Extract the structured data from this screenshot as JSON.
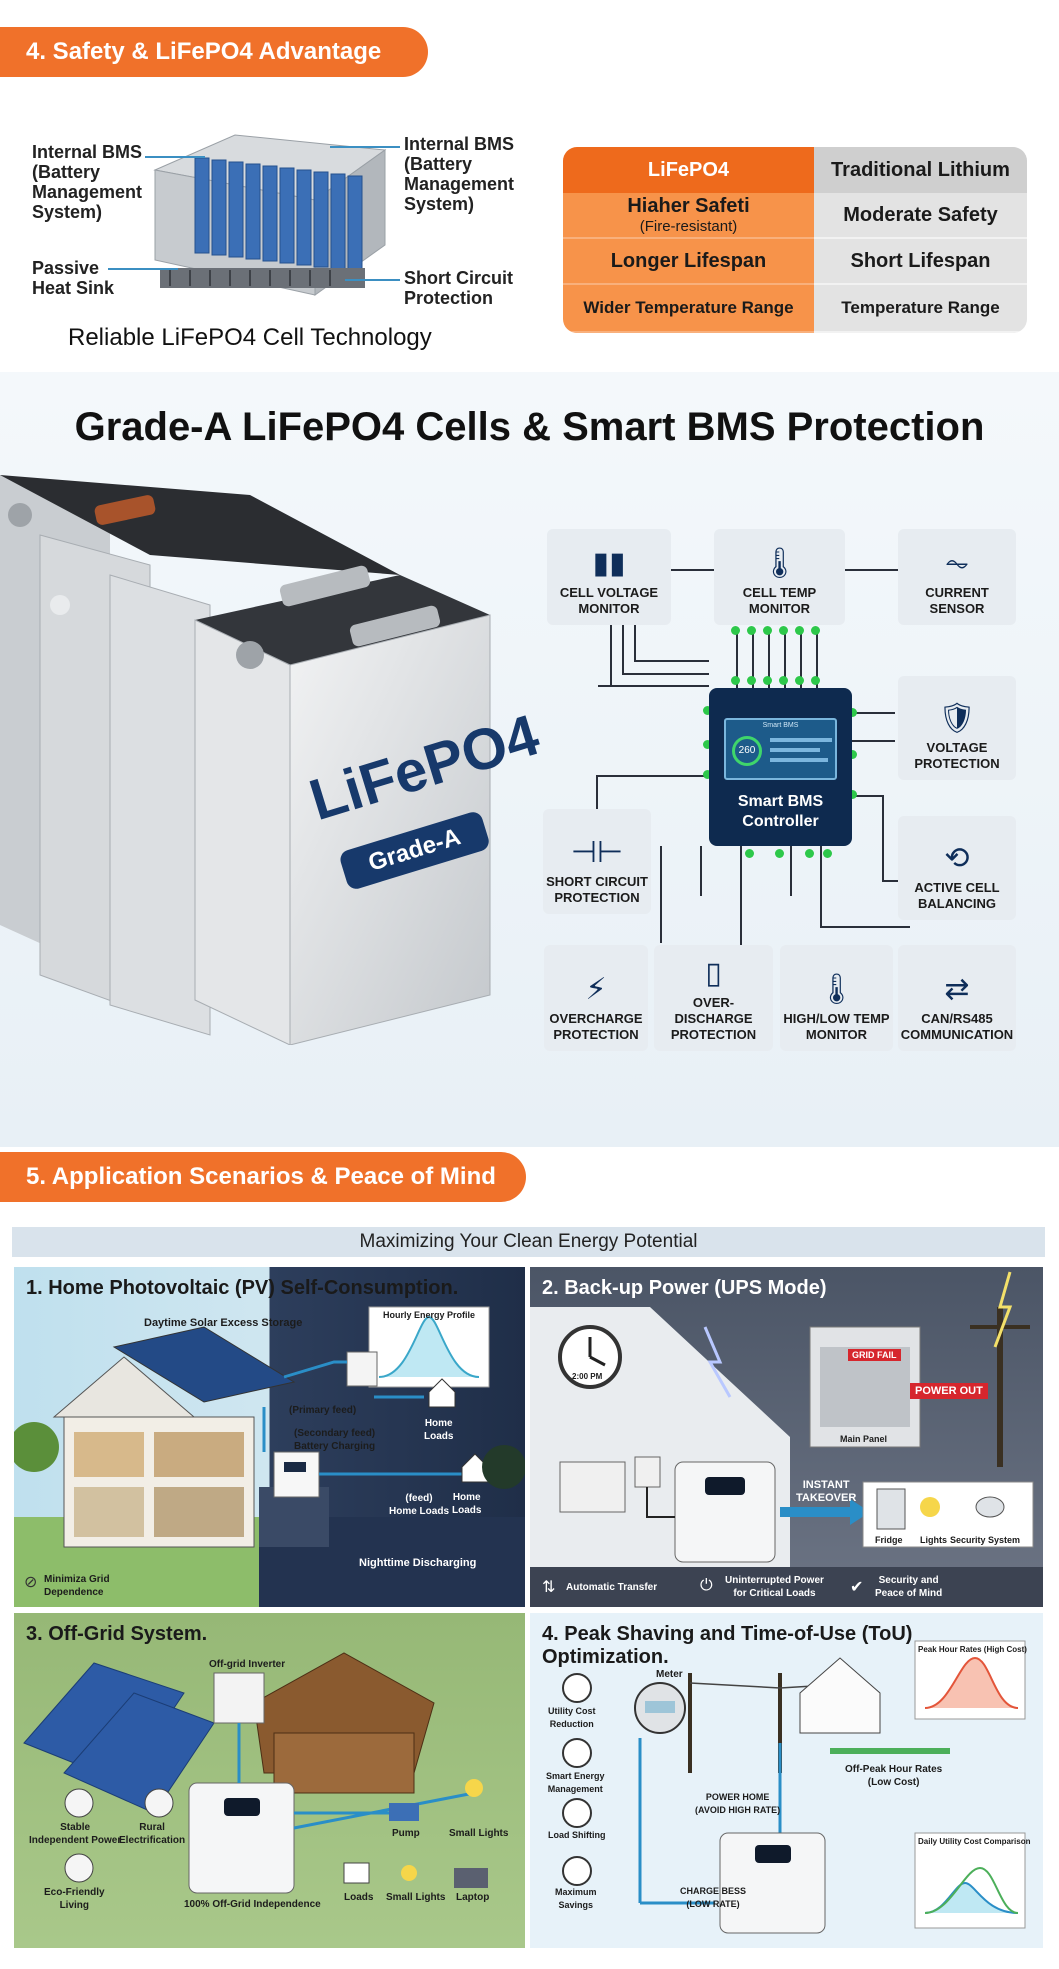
{
  "safety": {
    "banner": "4. Safety & LiFePO4 Advantage",
    "callout_bms_left": "Internal BMS\n(Battery\nManagement\nSystem)",
    "callout_bms_right": "Internal BMS\n(Battery\nManagement\nSystem)",
    "callout_heat_sink": "Passive\nHeat Sink",
    "callout_short_circuit": "Short Circuit\nProtection",
    "caption": "Reliable LiFePO4 Cell Technology",
    "table": {
      "header_left": "LiFePO4",
      "header_right": "Traditional Lithium",
      "row1_left": "Hiaher Safeti",
      "row1_left_note": "(Fire-resistant)",
      "row1_right": "Moderate Safety",
      "row2_left": "Longer Lifespan",
      "row2_right": "Short Lifespan",
      "row3_left": "Wider Temperature Range",
      "row3_right": "Temperature Range"
    }
  },
  "bms_section": {
    "title": "Grade-A LiFePO4 Cells & Smart BMS Protection",
    "cell_brand": "LiFePO4",
    "cell_grade": "Grade-A",
    "controller_label": "Smart BMS\nController",
    "controller_screen_value": "260",
    "controller_screen_header": "Smart BMS",
    "cards": {
      "cell_voltage": "CELL VOLTAGE\nMONITOR",
      "cell_temp": "CELL TEMP\nMONITOR",
      "current_sensor": "CURRENT\nSENSOR",
      "voltage_protection": "VOLTAGE\nPROTECTION",
      "short_circuit": "SHORT CIRCUIT\nPROTECTION",
      "active_balancing": "ACTIVE CELL\nBALANCING",
      "overcharge": "OVERCHARGE\nPROTECTION",
      "overdischarge": "OVER-DISCHARGE\nPROTECTION",
      "high_low_temp": "HIGH/LOW TEMP\nMONITOR",
      "can_rs485": "CAN/RS485\nCOMMUNICATION"
    }
  },
  "apps": {
    "banner": "5. Application Scenarios & Peace of Mind",
    "subtitle": "Maximizing Your Clean Energy Potential",
    "p1": {
      "title": "1. Home Photovoltaic (PV) Self-Consumption.",
      "daytime": "Daytime Solar Excess Storage",
      "hourly": "Hourly Energy Profile",
      "primary": "(Primary feed)",
      "secondary": "(Secondary feed)\nBattery Charging",
      "home_loads_1": "Home\nLoads",
      "feed": "(feed)\nHome Loads",
      "home_loads_2": "Home\nLoads",
      "nighttime": "Nighttime Discharging",
      "minimize": "Minimiza Grid\nDependence"
    },
    "p2": {
      "title": "2. Back-up Power (UPS Mode)",
      "clock": "2:00 PM",
      "grid_fail": "GRID FAIL",
      "power_out": "POWER OUT",
      "main_panel": "Main Panel",
      "instant": "INSTANT\nTAKEOVER",
      "fridge": "Fridge",
      "lights": "Lights",
      "security": "Security System",
      "auto_transfer": "Automatic Transfer",
      "uninterrupted": "Uninterrupted Power\nfor Critical Loads",
      "peace": "Security and\nPeace of Mind"
    },
    "p3": {
      "title": "3. Off-Grid System.",
      "inverter": "Off-grid Inverter",
      "stable": "Stable\nIndependent Power",
      "rural": "Rural\nElectrification",
      "eco": "Eco-Friendly\nLiving",
      "pump": "Pump",
      "small_lights_1": "Small Lights",
      "loads": "Loads",
      "small_lights_2": "Small Lights",
      "laptop": "Laptop",
      "independence": "100% Off-Grid Independence"
    },
    "p4": {
      "title": "4. Peak Shaving and Time-of-Use (ToU) Optimization.",
      "meter": "Meter",
      "peak_rates": "Peak Hour Rates (High Cost)",
      "utility": "Utility Cost\nReduction",
      "smart_energy": "Smart Energy\nManagement",
      "load_shifting": "Load Shifting",
      "max_savings": "Maximum\nSavings",
      "power_home": "POWER HOME\n(AVOID HIGH RATE)",
      "offpeak": "Off-Peak Hour Rates\n(Low Cost)",
      "daily": "Daily Utility Cost Comparison",
      "charge": "CHARGE BESS\n(LOW RATE)"
    }
  }
}
